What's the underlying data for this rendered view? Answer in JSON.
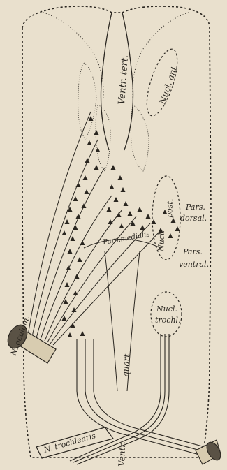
{
  "figure": {
    "labels": {
      "ventr_tert": "Ventr. tert.",
      "nucl_ant": "Nucl. ant.",
      "nucl_post_1": "Nucl.",
      "nucl_post_2": "post.",
      "pars_dorsal_1": "Pars.",
      "pars_dorsal_2": "dorsal.",
      "pars_medialis": "Pars.medialis",
      "pars_ventral_1": "Pars.",
      "pars_ventral_2": "ventral.",
      "n_oculom": "N. oculom.",
      "nucl_trochl_1": "Nucl.",
      "nucl_trochl_2": "trochl.",
      "quart": "quart",
      "n_trochlearis": "N. trochlearis",
      "ventr": "Ventr."
    },
    "colors": {
      "background": "#e9e0cd",
      "ink": "#2a2620"
    }
  }
}
